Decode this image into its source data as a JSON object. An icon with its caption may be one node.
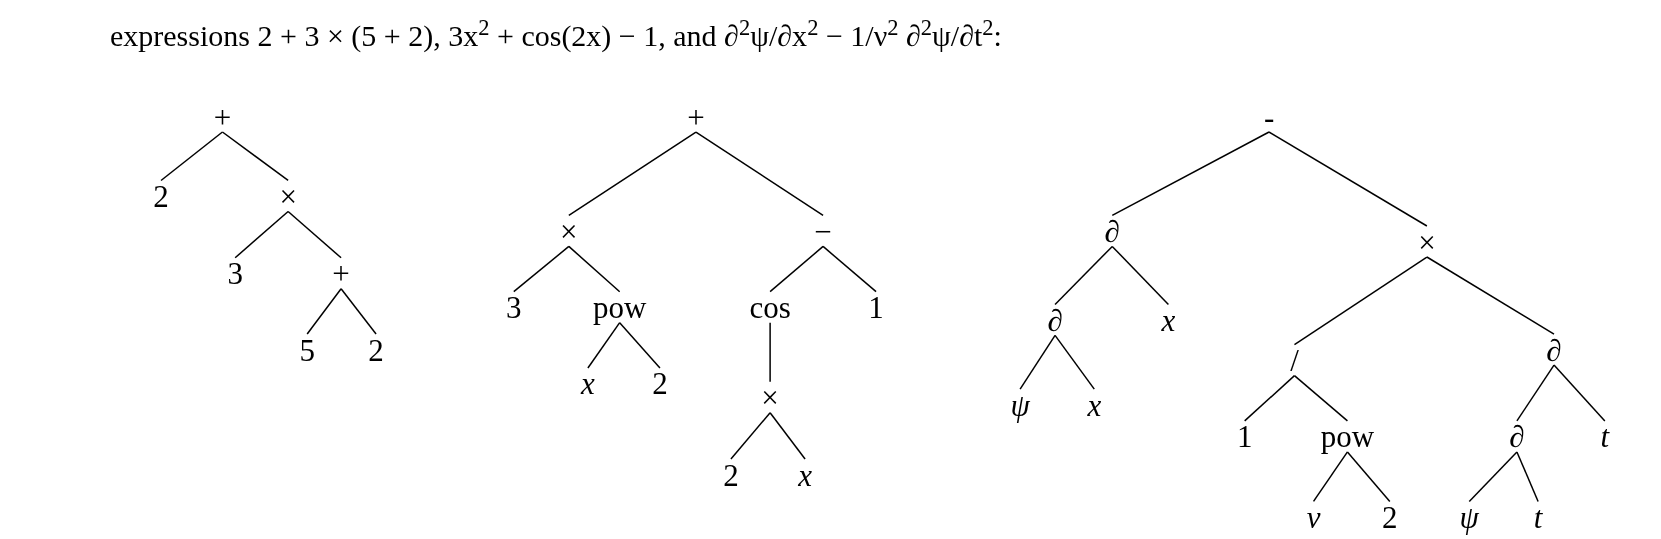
{
  "diagram": {
    "labels": [
      "expressions 2 + 3 × (5 + 2), 3x$^{2}$ + cos(2x) − 1, and ∂$^{2}$ψ/∂x$^{2}$ − 1/ν$^{2}$ ∂$^{2}$ψ/∂t$^{2}$:"
    ],
    "nodes": [
      {
        "text": [
          "+"
        ]
      },
      {
        "text": [
          "2"
        ]
      },
      {
        "text": [
          "×"
        ]
      },
      {
        "text": [
          "3"
        ]
      },
      {
        "text": [
          "+"
        ]
      },
      {
        "text": [
          "5"
        ]
      },
      {
        "text": [
          "2"
        ]
      },
      {
        "text": [
          "+"
        ]
      },
      {
        "text": [
          "×"
        ]
      },
      {
        "text": [
          "−"
        ]
      },
      {
        "text": [
          "3"
        ]
      },
      {
        "text": [
          "pow"
        ]
      },
      {
        "text": [
          "cos"
        ]
      },
      {
        "text": [
          "1"
        ]
      },
      {
        "text": [
          "*x*"
        ]
      },
      {
        "text": [
          "2"
        ]
      },
      {
        "text": [
          "×"
        ]
      },
      {
        "text": [
          "2"
        ]
      },
      {
        "text": [
          "*x*"
        ]
      },
      {
        "text": [
          "-"
        ]
      },
      {
        "text": [
          "∂"
        ]
      },
      {
        "text": [
          "×"
        ]
      },
      {
        "text": [
          "∂"
        ]
      },
      {
        "text": [
          "*x*"
        ]
      },
      {
        "text": [
          "*ψ*"
        ]
      },
      {
        "text": [
          "*x*"
        ]
      },
      {
        "text": [
          "/"
        ]
      },
      {
        "text": [
          "∂"
        ]
      },
      {
        "text": [
          "1"
        ]
      },
      {
        "text": [
          "pow"
        ]
      },
      {
        "text": [
          "∂"
        ]
      },
      {
        "text": [
          "*t*"
        ]
      },
      {
        "text": [
          "*ν*"
        ]
      },
      {
        "text": [
          "2"
        ]
      },
      {
        "text": [
          "*ψ*"
        ]
      },
      {
        "text": [
          "*t*"
        ]
      }
    ],
    "edges": [
      {
        "from": 0,
        "to": 1,
        "arrow": "none"
      },
      {
        "from": 0,
        "to": 2,
        "arrow": "none"
      },
      {
        "from": 2,
        "to": 3,
        "arrow": "none"
      },
      {
        "from": 2,
        "to": 4,
        "arrow": "none"
      },
      {
        "from": 4,
        "to": 5,
        "arrow": "none"
      },
      {
        "from": 4,
        "to": 6,
        "arrow": "none"
      },
      {
        "from": 7,
        "to": 8,
        "arrow": "none"
      },
      {
        "from": 7,
        "to": 9,
        "arrow": "none"
      },
      {
        "from": 8,
        "to": 10,
        "arrow": "none"
      },
      {
        "from": 8,
        "to": 11,
        "arrow": "none"
      },
      {
        "from": 9,
        "to": 12,
        "arrow": "none"
      },
      {
        "from": 9,
        "to": 13,
        "arrow": "none"
      },
      {
        "from": 11,
        "to": 14,
        "arrow": "none"
      },
      {
        "from": 11,
        "to": 15,
        "arrow": "none"
      },
      {
        "from": 12,
        "to": 16,
        "arrow": "none"
      },
      {
        "from": 16,
        "to": 17,
        "arrow": "none"
      },
      {
        "from": 16,
        "to": 18,
        "arrow": "none"
      },
      {
        "from": 19,
        "to": 20,
        "arrow": "none"
      },
      {
        "from": 19,
        "to": 21,
        "arrow": "none"
      },
      {
        "from": 20,
        "to": 22,
        "arrow": "none"
      },
      {
        "from": 20,
        "to": 23,
        "arrow": "none"
      },
      {
        "from": 22,
        "to": 24,
        "arrow": "none"
      },
      {
        "from": 22,
        "to": 25,
        "arrow": "none"
      },
      {
        "from": 21,
        "to": 26,
        "arrow": "none"
      },
      {
        "from": 21,
        "to": 27,
        "arrow": "none"
      },
      {
        "from": 26,
        "to": 28,
        "arrow": "none"
      },
      {
        "from": 26,
        "to": 29,
        "arrow": "none"
      },
      {
        "from": 27,
        "to": 30,
        "arrow": "none"
      },
      {
        "from": 27,
        "to": 31,
        "arrow": "none"
      },
      {
        "from": 29,
        "to": 32,
        "arrow": "none"
      },
      {
        "from": 29,
        "to": 33,
        "arrow": "none"
      },
      {
        "from": 30,
        "to": 34,
        "arrow": "none"
      },
      {
        "from": 30,
        "to": 35,
        "arrow": "none"
      }
    ]
  }
}
